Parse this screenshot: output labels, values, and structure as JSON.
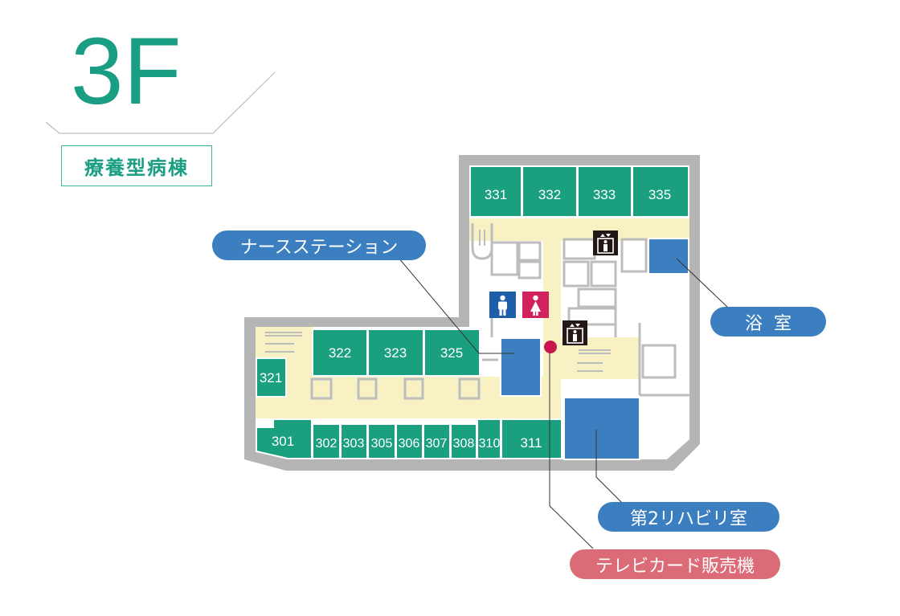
{
  "floor": {
    "title": "3F",
    "ward_name": "療養型病棟"
  },
  "colors": {
    "title": "#1a9e83",
    "patient_room": "#1aa07e",
    "facility": "#3b7fc1",
    "corridor": "#f7f1c3",
    "wall": "#b5b5b5",
    "vending_marker": "#c8174e",
    "callout_blue": "#3b7fc1",
    "callout_red": "#dc6b78"
  },
  "rooms": {
    "r331": "331",
    "r332": "332",
    "r333": "333",
    "r335": "335",
    "r322": "322",
    "r323": "323",
    "r325": "325",
    "r321": "321",
    "r301": "301",
    "r302": "302",
    "r303": "303",
    "r305": "305",
    "r306": "306",
    "r307": "307",
    "r308": "308",
    "r310": "310",
    "r311": "311"
  },
  "icons": {
    "elevator": "elevator-icon",
    "mens_toilet": "mens-toilet-icon",
    "womens_toilet": "womens-toilet-icon",
    "vending": "vending-machine-marker"
  },
  "callouts": {
    "nurse_station": "ナースステーション",
    "bath": "浴室",
    "rehab": "第2リハビリ室",
    "tv_card": "テレビカード販売機"
  }
}
